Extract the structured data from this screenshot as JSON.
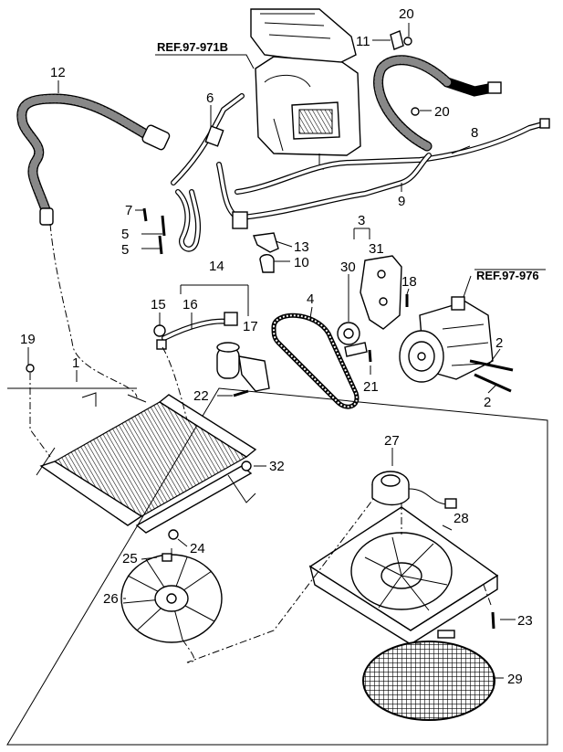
{
  "references": [
    {
      "id": "ref-heater",
      "text": "REF.97-971B"
    },
    {
      "id": "ref-compressor",
      "text": "REF.97-976"
    }
  ],
  "callouts": [
    {
      "id": "c20a",
      "text": "20"
    },
    {
      "id": "c11",
      "text": "11"
    },
    {
      "id": "c12",
      "text": "12"
    },
    {
      "id": "c6",
      "text": "6"
    },
    {
      "id": "c20b",
      "text": "20"
    },
    {
      "id": "c8",
      "text": "8"
    },
    {
      "id": "c7",
      "text": "7"
    },
    {
      "id": "c5a",
      "text": "5"
    },
    {
      "id": "c5b",
      "text": "5"
    },
    {
      "id": "c9",
      "text": "9"
    },
    {
      "id": "c3",
      "text": "3"
    },
    {
      "id": "c31",
      "text": "31"
    },
    {
      "id": "c13",
      "text": "13"
    },
    {
      "id": "c10",
      "text": "10"
    },
    {
      "id": "c14",
      "text": "14"
    },
    {
      "id": "c30",
      "text": "30"
    },
    {
      "id": "c18",
      "text": "18"
    },
    {
      "id": "c4",
      "text": "4"
    },
    {
      "id": "c15",
      "text": "15"
    },
    {
      "id": "c16",
      "text": "16"
    },
    {
      "id": "c17",
      "text": "17"
    },
    {
      "id": "c19",
      "text": "19"
    },
    {
      "id": "c1",
      "text": "1"
    },
    {
      "id": "c2a",
      "text": "2"
    },
    {
      "id": "c2b",
      "text": "2"
    },
    {
      "id": "c21",
      "text": "21"
    },
    {
      "id": "c22",
      "text": "22"
    },
    {
      "id": "c32",
      "text": "32"
    },
    {
      "id": "c27",
      "text": "27"
    },
    {
      "id": "c28",
      "text": "28"
    },
    {
      "id": "c24",
      "text": "24"
    },
    {
      "id": "c25",
      "text": "25"
    },
    {
      "id": "c26",
      "text": "26"
    },
    {
      "id": "c23",
      "text": "23"
    },
    {
      "id": "c29",
      "text": "29"
    }
  ]
}
